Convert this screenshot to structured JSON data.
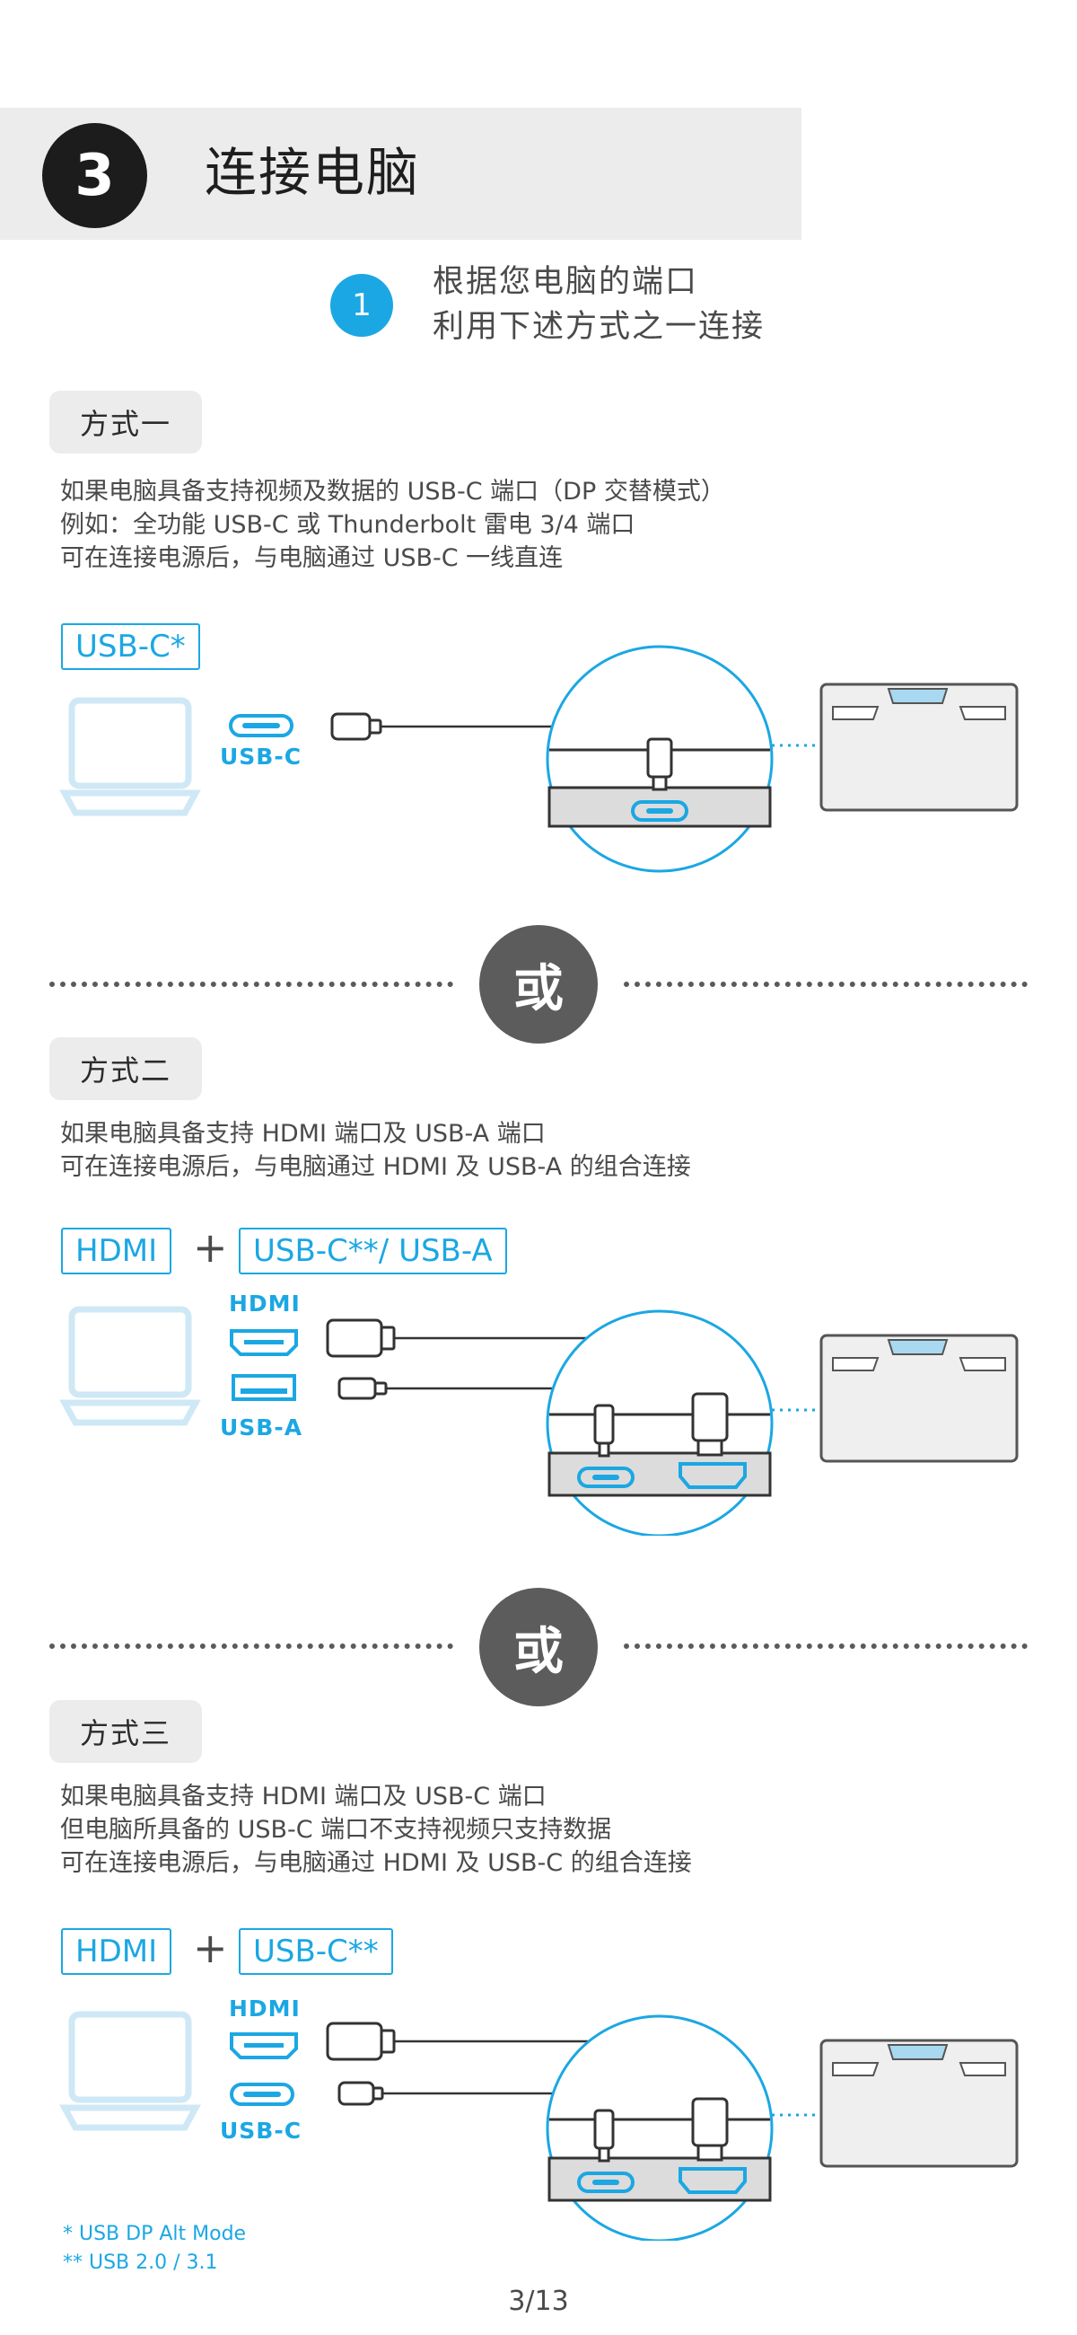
{
  "header": {
    "step_number": "3",
    "title": "连接电脑"
  },
  "intro": {
    "number": "1",
    "line1": "根据您电脑的端口",
    "line2": "利用下述方式之一连接"
  },
  "separator_label": "或",
  "methods": [
    {
      "label": "方式一",
      "lines": [
        "如果电脑具备支持视频及数据的 USB-C 端口（DP 交替模式）",
        "例如：全功能 USB-C 或 Thunderbolt 雷电 3/4 端口",
        "可在连接电源后，与电脑通过 USB-C 一线直连"
      ],
      "tags": [
        "USB-C*"
      ],
      "ports": [
        "USB-C"
      ]
    },
    {
      "label": "方式二",
      "lines": [
        "如果电脑具备支持 HDMI 端口及 USB-A 端口",
        "可在连接电源后，与电脑通过 HDMI 及 USB-A 的组合连接"
      ],
      "tags": [
        "HDMI",
        "USB-C**/ USB-A"
      ],
      "plus": "+",
      "ports": [
        "HDMI",
        "USB-A"
      ]
    },
    {
      "label": "方式三",
      "lines": [
        "如果电脑具备支持 HDMI 端口及 USB-C 端口",
        "但电脑所具备的 USB-C 端口不支持视频只支持数据",
        "可在连接电源后，与电脑通过 HDMI 及 USB-C 的组合连接"
      ],
      "tags": [
        "HDMI",
        "USB-C**"
      ],
      "plus": "+",
      "ports": [
        "HDMI",
        "USB-C"
      ]
    }
  ],
  "footnotes": [
    "*  USB DP Alt Mode",
    "** USB 2.0 / 3.1"
  ],
  "page_number": "3/13",
  "colors": {
    "accent": "#1ba7e3",
    "laptop_outline": "#cfe8f6",
    "dark": "#1c1c1c",
    "or_circle": "#5c5c5c",
    "band": "#ececec"
  }
}
